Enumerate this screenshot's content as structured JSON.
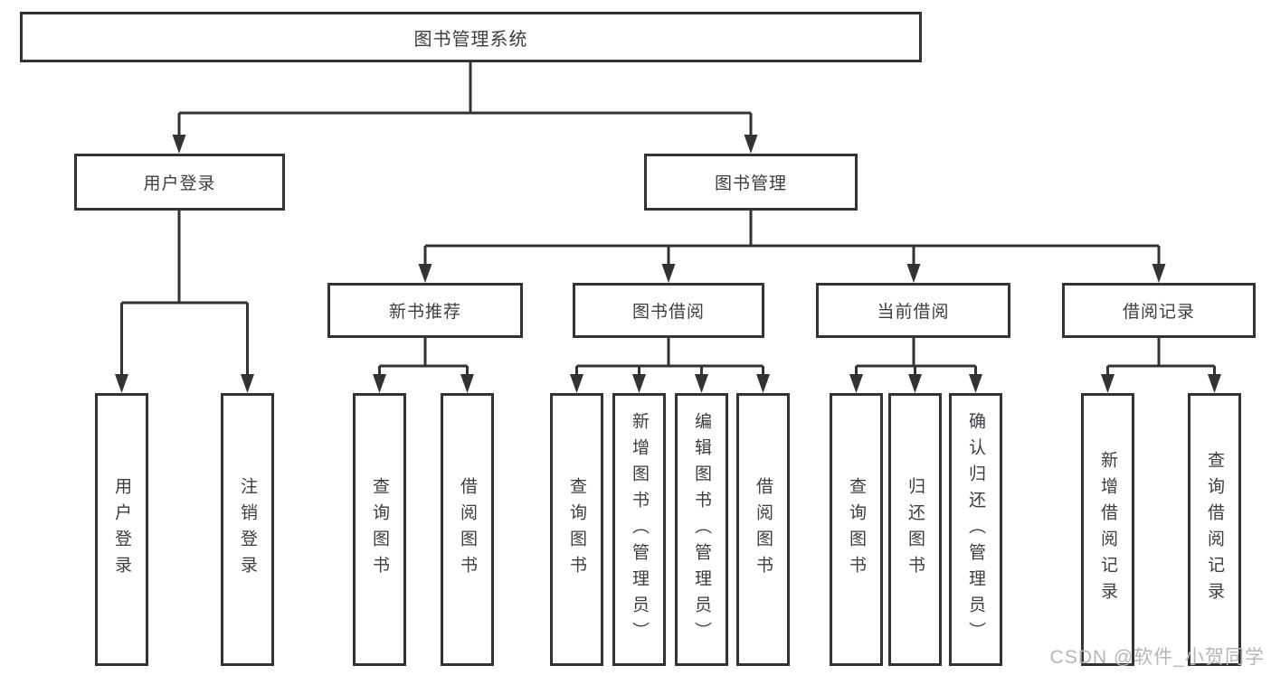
{
  "tree": {
    "root": "图书管理系统",
    "children": [
      {
        "label": "用户登录",
        "children": [
          "用户登录",
          "注销登录"
        ]
      },
      {
        "label": "图书管理",
        "children": [
          {
            "label": "新书推荐",
            "children": [
              "查询图书",
              "借阅图书"
            ]
          },
          {
            "label": "图书借阅",
            "children": [
              "查询图书",
              "新增图书（管理员）",
              "编辑图书（管理员）",
              "借阅图书"
            ]
          },
          {
            "label": "当前借阅",
            "children": [
              "查询图书",
              "归还图书",
              "确认归还（管理员）"
            ]
          },
          {
            "label": "借阅记录",
            "children": [
              "新增借阅记录",
              "查询借阅记录"
            ]
          }
        ]
      }
    ]
  },
  "watermark": {
    "text": "CSDN @软件_小贺同学"
  },
  "colors": {
    "line": "#333333",
    "text": "#3d3d42",
    "watermark": "#b3b6ba",
    "bg": "#ffffff"
  }
}
